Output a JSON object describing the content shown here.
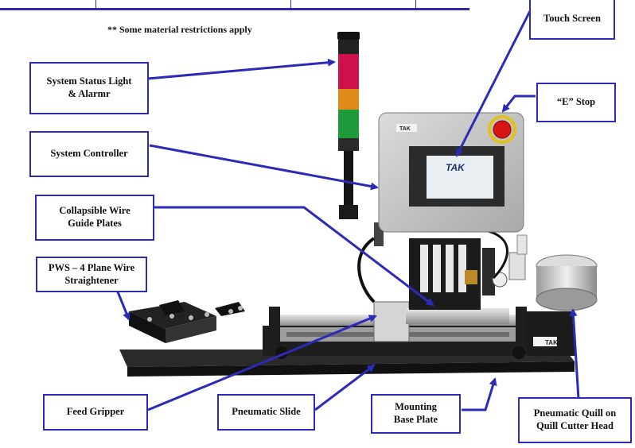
{
  "note": "** Some material restrictions apply",
  "labels": {
    "touch_screen": "Touch Screen",
    "status_light": "System Status Light\n& Alarmr",
    "e_stop": "“E” Stop",
    "system_controller": "System Controller",
    "wire_guide": "Collapsible Wire\nGuide Plates",
    "wire_straightener": "PWS – 4 Plane Wire\nStraightener",
    "feed_gripper": "Feed Gripper",
    "pneumatic_slide": "Pneumatic Slide",
    "mounting_plate": "Mounting\nBase Plate",
    "quill": "Pneumatic Quill on\nQuill Cutter Head"
  },
  "device": {
    "screen_brand": "TAK",
    "panel_brand": "TAK",
    "cutter_brand": "TAK"
  },
  "colors": {
    "label_border": "#2b2bb8",
    "arrow": "#2b2bb8",
    "light_red": "#d0104a",
    "light_amber": "#e08a1a",
    "light_green": "#1f9a3a"
  }
}
